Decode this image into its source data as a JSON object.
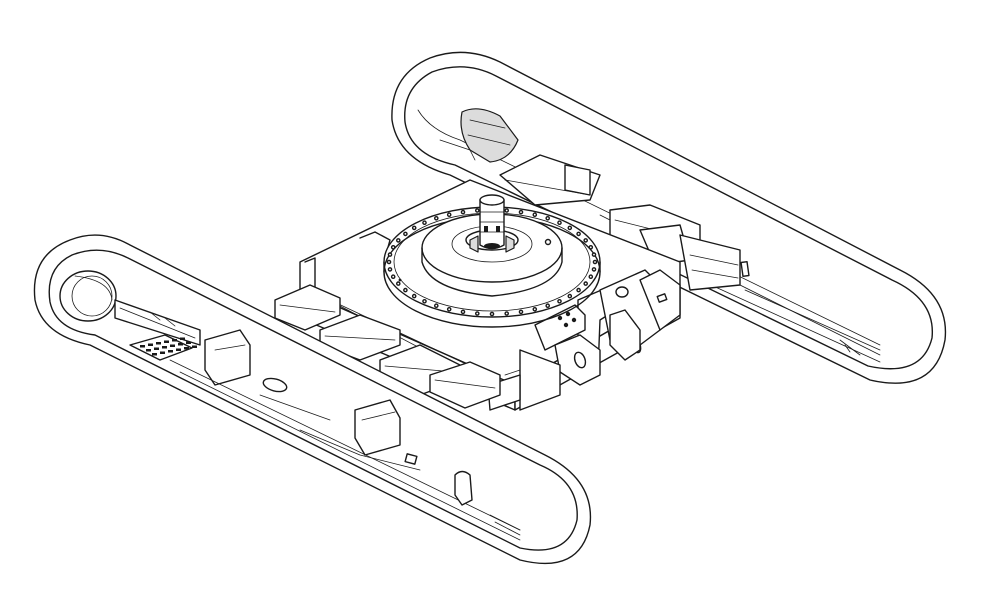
{
  "figure": {
    "subject": "line-drawing",
    "line_color": "#1a1a1a",
    "background": "#ffffff",
    "parts": [
      "rear-track",
      "front-track",
      "undercarriage-frame",
      "slewing-ring",
      "swivel-joint",
      "cross-beams",
      "mounting-lugs",
      "step-plate"
    ]
  }
}
